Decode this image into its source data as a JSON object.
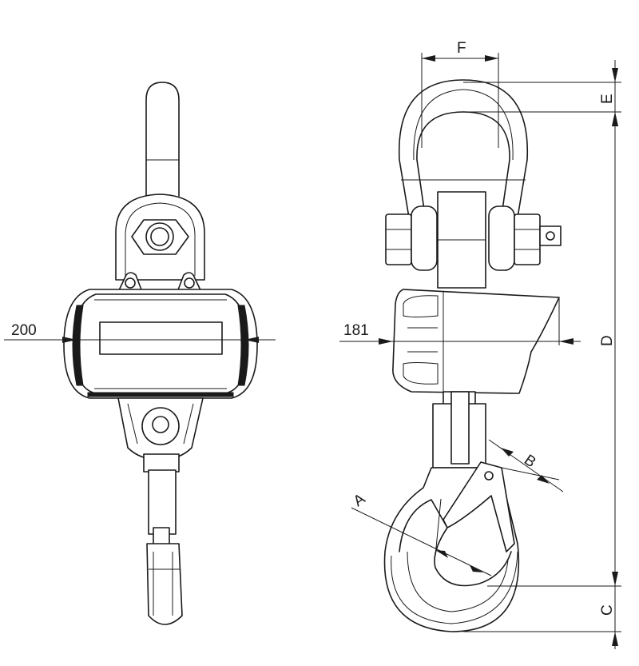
{
  "front_view": {
    "width_value": "200"
  },
  "side_view": {
    "depth_value": "181"
  },
  "dimension_labels": {
    "A": "A",
    "B": "B",
    "C": "C",
    "D": "D",
    "E": "E",
    "F": "F"
  },
  "colors": {
    "line": "#1a1a1a",
    "background": "#ffffff"
  }
}
